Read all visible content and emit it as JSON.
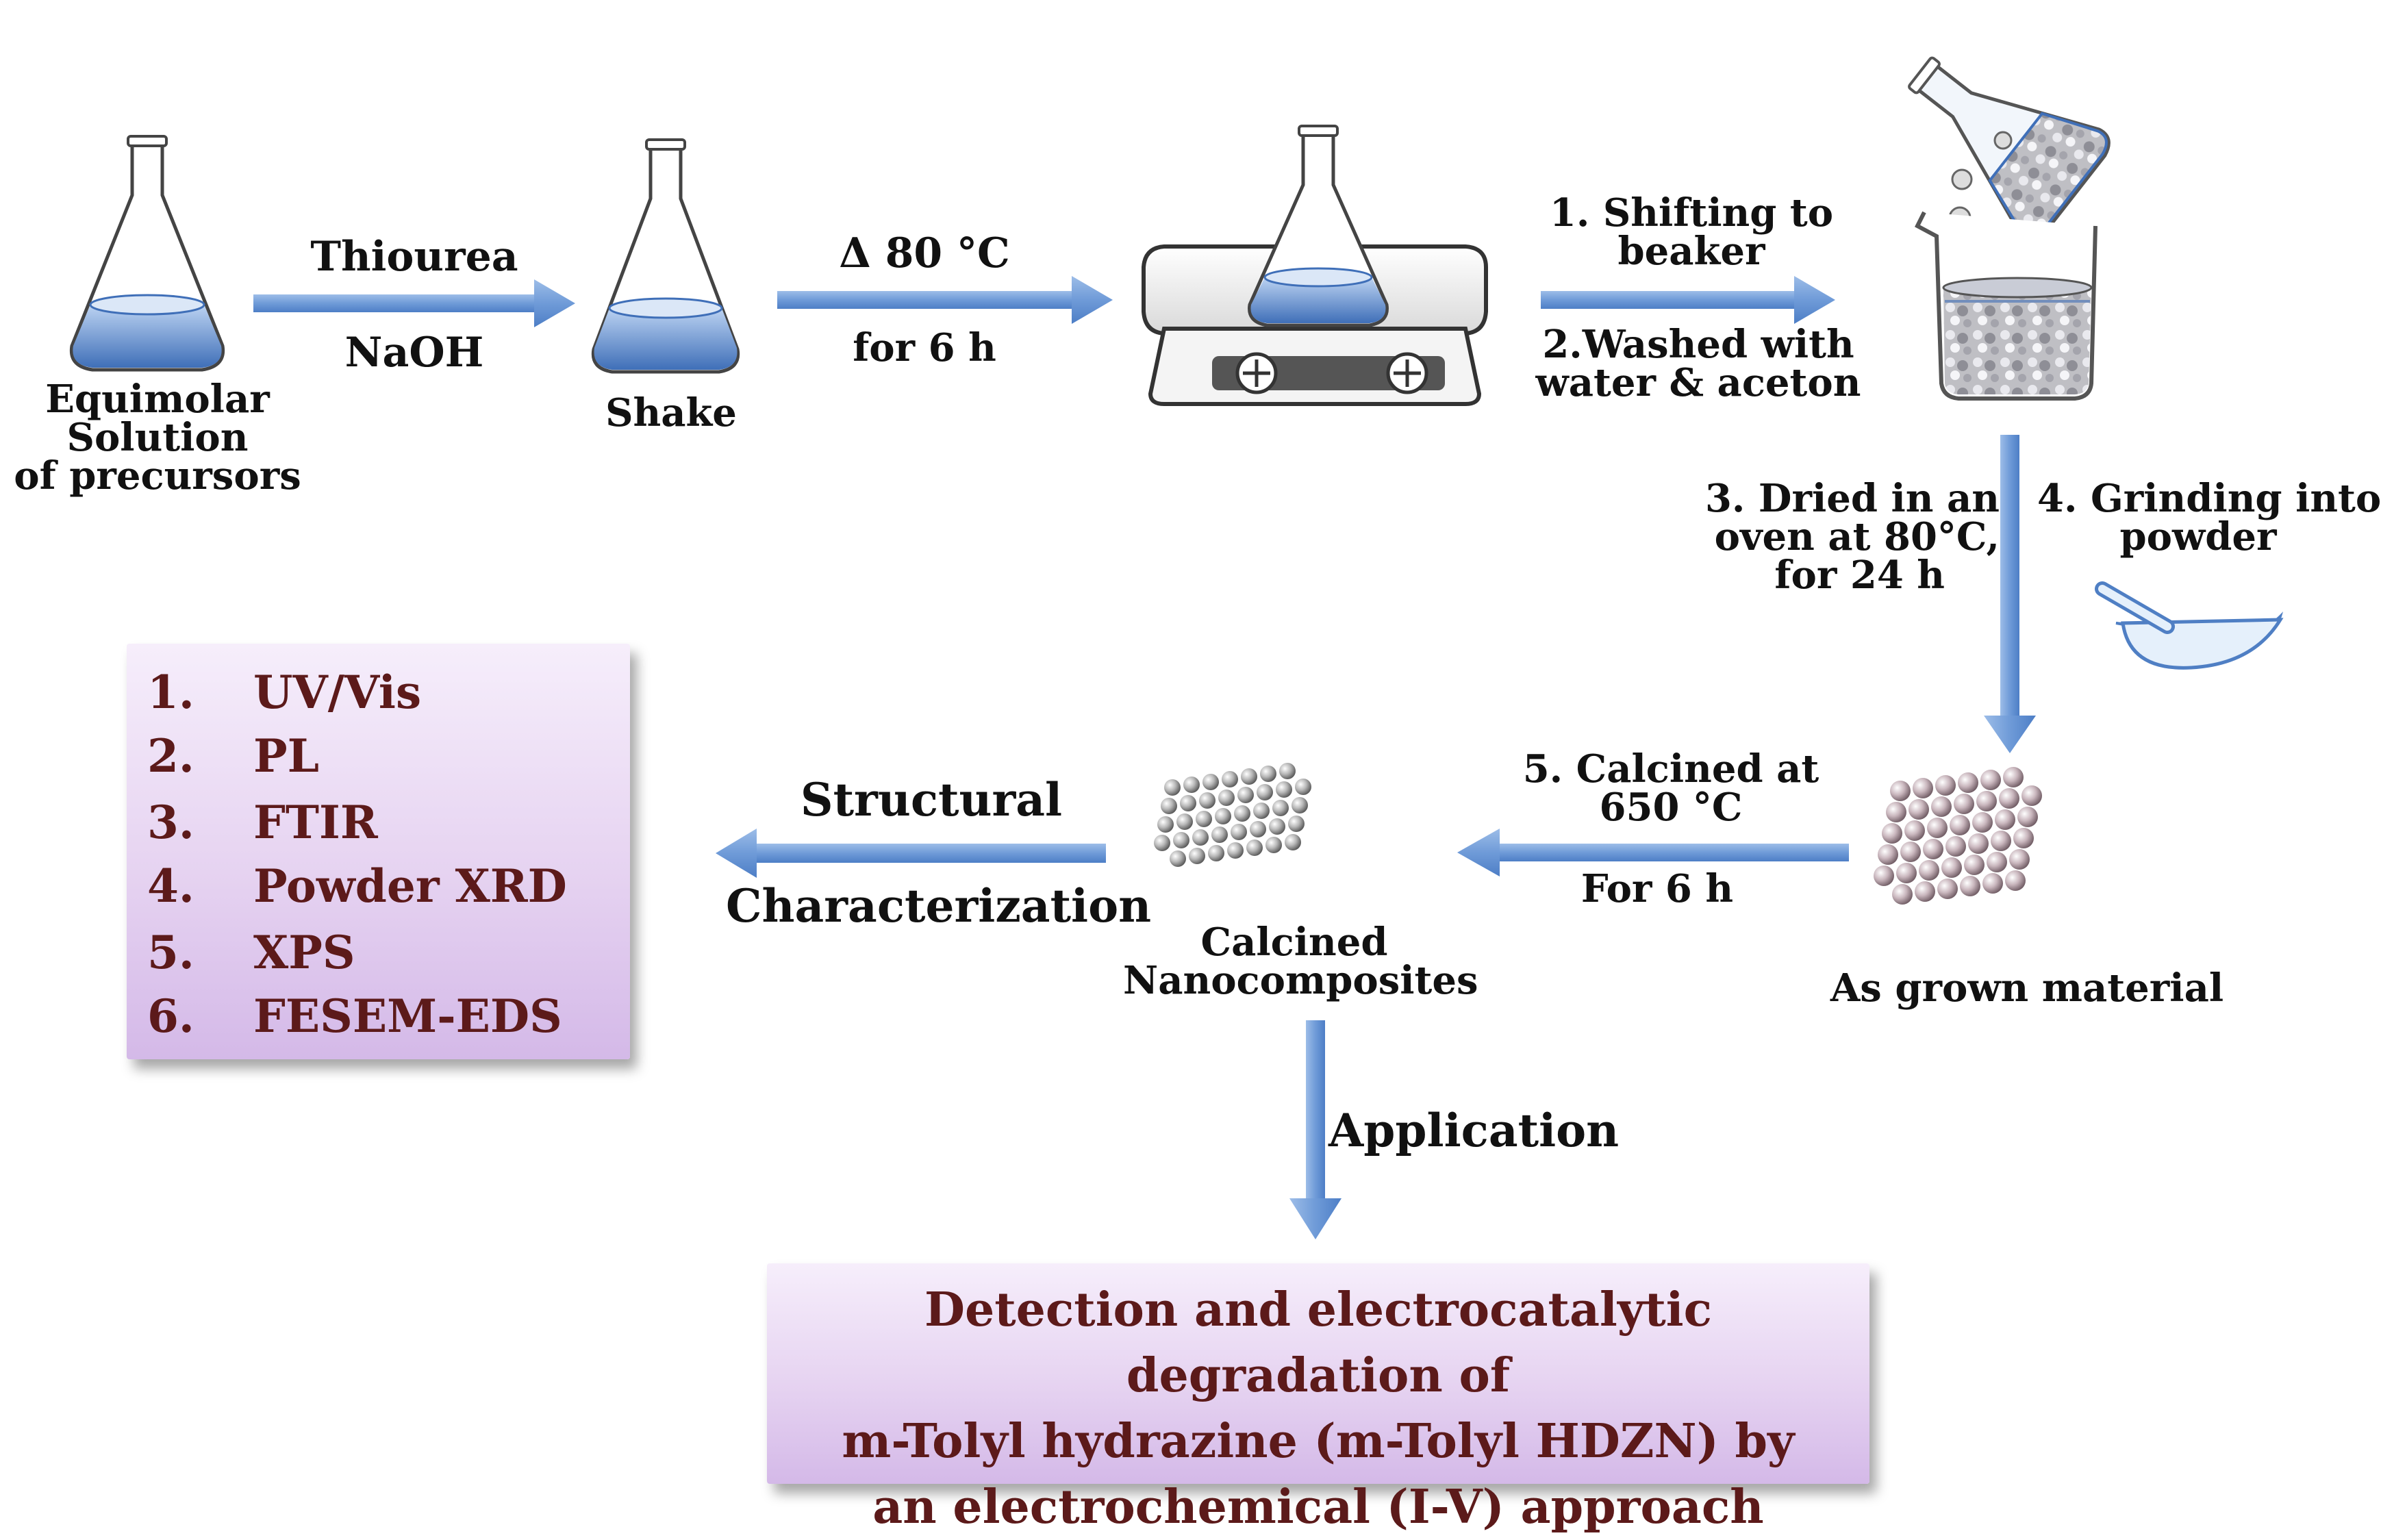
{
  "steps": {
    "precursor_label": [
      "Equimolar",
      "Solution",
      "of precursors"
    ],
    "reagent_top": "Thiourea",
    "reagent_bottom": "NaOH",
    "shake_label": "Shake",
    "heat_top": "Δ  80 °C",
    "heat_bottom": "for 6 h",
    "transfer_top": [
      "1. Shifting to",
      "beaker"
    ],
    "transfer_bottom": [
      "2.Washed with",
      "water & aceton"
    ],
    "dry_label": [
      "3. Dried in an",
      "oven at 80°C,",
      "for 24 h"
    ],
    "grind_label": [
      "4. Grinding into",
      "powder"
    ],
    "as_grown_label": "As grown material",
    "calcine_top": [
      "5. Calcined at",
      "650 °C"
    ],
    "calcine_bottom": "For 6 h",
    "calcined_label": [
      "Calcined",
      "Nanocomposites"
    ],
    "structural_top": "Structural",
    "structural_bottom": "Characterization",
    "application_label": "Application"
  },
  "characterization": {
    "items": [
      {
        "num": "1.",
        "name": "UV/Vis"
      },
      {
        "num": "2.",
        "name": "PL"
      },
      {
        "num": "3.",
        "name": "FTIR"
      },
      {
        "num": "4.",
        "name": "Powder XRD"
      },
      {
        "num": "5.",
        "name": "XPS"
      },
      {
        "num": "6.",
        "name": "FESEM-EDS"
      }
    ]
  },
  "application": {
    "lines": [
      "Detection and electrocatalytic degradation of",
      "m-Tolyl hydrazine (m-Tolyl HDZN) by",
      "an electrochemical (I-V) approach"
    ]
  },
  "colors": {
    "arrow": "#6f9bd8",
    "liquid": "#4f7fc4",
    "box_text": "#5c1a1a",
    "box_fill": "#e6d3f1"
  },
  "icons": [
    "flask-icon",
    "hot-plate-icon",
    "beaker-icon",
    "mortar-pestle-icon",
    "particles-icon"
  ]
}
